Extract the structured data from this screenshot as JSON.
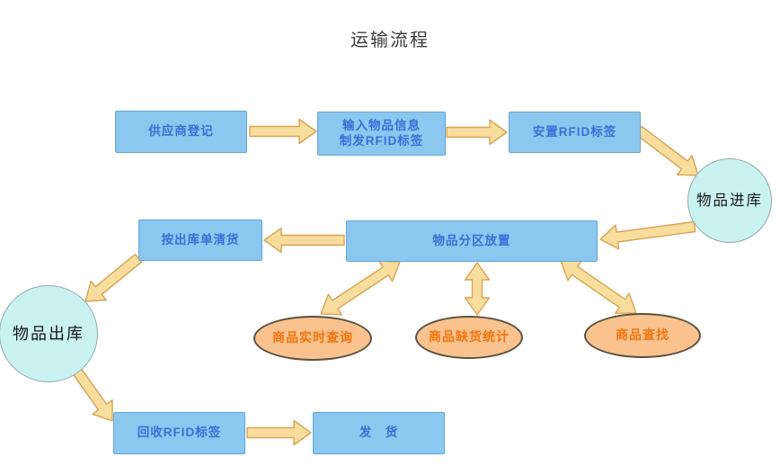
{
  "title": "运输流程",
  "palette": {
    "box_fill": "#8CC7EF",
    "box_border": "#61A6DA",
    "box_text": "#3B6FD6",
    "ellipse_fill": "#F9C28E",
    "ellipse_border": "#5A5240",
    "ellipse_text": "#F1740E",
    "circle_fill": "#CAF2F0",
    "circle_text": "#161616",
    "arrow_fill": "#F8DD9D",
    "arrow_border": "#D9A355",
    "background": "#FFFFFF",
    "title_text": "#3B3B3B"
  },
  "nodes": {
    "supplier": {
      "label": "供应商登记"
    },
    "input_info": {
      "line1": "输入物品信息",
      "line2": "制发RFID标签"
    },
    "place_rfid": {
      "label": "安置RFID标签"
    },
    "inbound": {
      "label": "物品进库"
    },
    "clear_by_order": {
      "label": "按出库单清货"
    },
    "zone_placement": {
      "label": "物品分区放置"
    },
    "realtime_query": {
      "label": "商品实时查询"
    },
    "shortage_stats": {
      "label": "商品缺货统计"
    },
    "product_find": {
      "label": "商品查找"
    },
    "outbound": {
      "label": "物品出库"
    },
    "recycle_rfid": {
      "label": "回收RFID标签"
    },
    "ship": {
      "label": "发　货"
    }
  },
  "edges": [
    {
      "from": "supplier",
      "to": "input_info",
      "bidirectional": false
    },
    {
      "from": "input_info",
      "to": "place_rfid",
      "bidirectional": false
    },
    {
      "from": "place_rfid",
      "to": "inbound",
      "bidirectional": false
    },
    {
      "from": "inbound",
      "to": "zone_placement",
      "bidirectional": false
    },
    {
      "from": "zone_placement",
      "to": "clear_by_order",
      "bidirectional": false
    },
    {
      "from": "clear_by_order",
      "to": "outbound",
      "bidirectional": false
    },
    {
      "from": "outbound",
      "to": "recycle_rfid",
      "bidirectional": false
    },
    {
      "from": "recycle_rfid",
      "to": "ship",
      "bidirectional": false
    },
    {
      "from": "zone_placement",
      "to": "realtime_query",
      "bidirectional": true
    },
    {
      "from": "zone_placement",
      "to": "shortage_stats",
      "bidirectional": true
    },
    {
      "from": "zone_placement",
      "to": "product_find",
      "bidirectional": true
    }
  ]
}
